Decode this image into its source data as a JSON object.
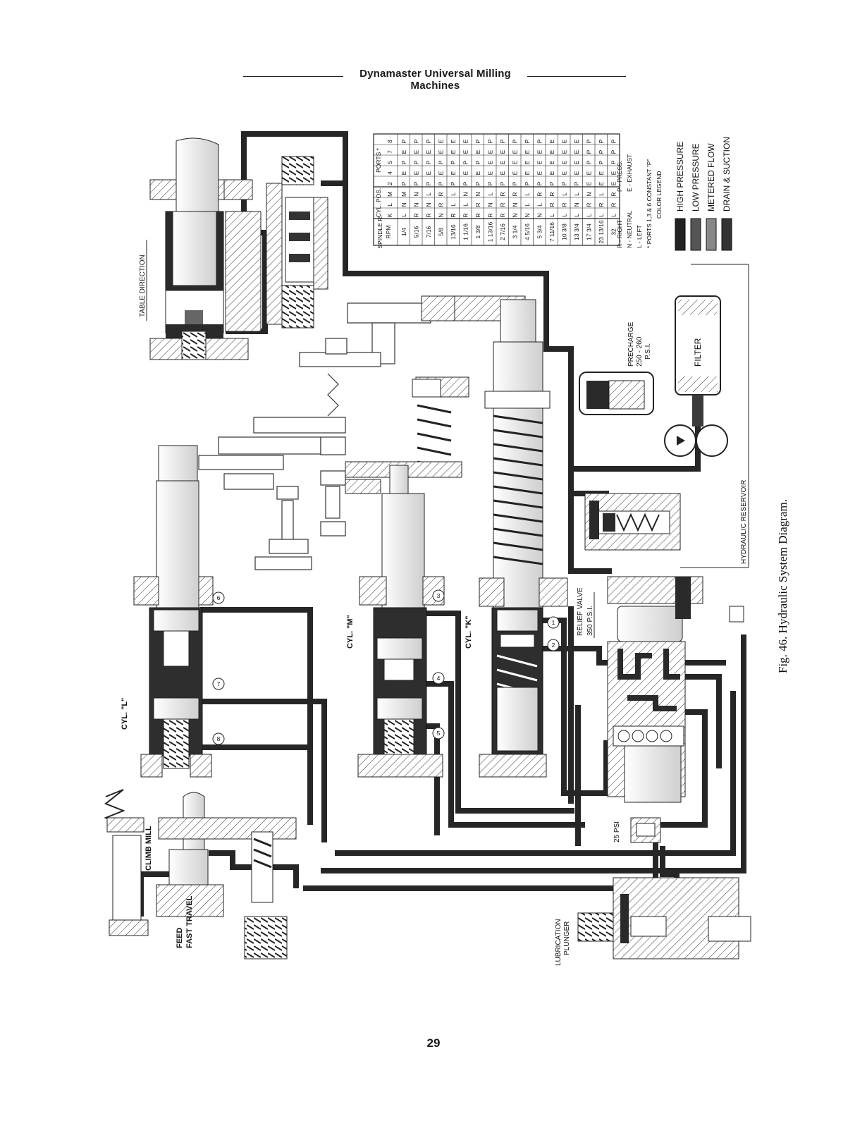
{
  "header": {
    "title": "Dynamaster Universal Milling Machines"
  },
  "page_number": "29",
  "caption": "Fig. 46. Hydraulic System Diagram.",
  "labels": {
    "table_direction": "TABLE DIRECTION",
    "precharge": "PRECHARGE",
    "precharge_value": "250 - 260",
    "precharge_unit": "P.S.I.",
    "filter": "FILTER",
    "hydraulic_reservoir": "HYDRAULIC RESERVOIR",
    "relief_valve": "RELIEF VALVE",
    "relief_value": "350 P.S.I.",
    "cyl_l": "CYL. \"L\"",
    "cyl_m": "CYL. \"M\"",
    "cyl_k": "CYL. \"K\"",
    "climb_mill": "CLIMB MILL",
    "feed": "FEED",
    "fast_travel": "FAST TRAVEL",
    "psi_25": "25 PSI",
    "lubrication": "LUBRICATION",
    "plunger": "PLUNGER"
  },
  "ports": [
    "1",
    "2",
    "3",
    "4",
    "5",
    "6",
    "7",
    "8"
  ],
  "port_table": {
    "headers": {
      "spindle": "SPINDLE R.",
      "rpm": "RPM",
      "cyl_pos": "CYL. POS.",
      "ports": "PORTS *"
    },
    "cyl_cols": [
      "K",
      "L",
      "M"
    ],
    "port_cols": [
      "2",
      "4",
      "5",
      "7",
      "8"
    ],
    "rows": [
      {
        "rpm": "1/4",
        "cyl": [
          "L",
          "N",
          "M"
        ],
        "ports": [
          "P",
          "E",
          "P",
          "E",
          "P"
        ]
      },
      {
        "rpm": "5/16",
        "cyl": [
          "R",
          "N",
          "N"
        ],
        "ports": [
          "P",
          "E",
          "P",
          "E",
          "P"
        ]
      },
      {
        "rpm": "7/16",
        "cyl": [
          "R",
          "N",
          "L"
        ],
        "ports": [
          "P",
          "E",
          "P",
          "E",
          "P"
        ]
      },
      {
        "rpm": "5/8",
        "cyl": [
          "N",
          "R",
          "R"
        ],
        "ports": [
          "P",
          "E",
          "P",
          "E",
          "E"
        ]
      },
      {
        "rpm": "13/16",
        "cyl": [
          "R",
          "L",
          "L"
        ],
        "ports": [
          "P",
          "E",
          "P",
          "E",
          "E"
        ]
      },
      {
        "rpm": "1 1/16",
        "cyl": [
          "R",
          "L",
          "N"
        ],
        "ports": [
          "P",
          "E",
          "P",
          "E",
          "E"
        ]
      },
      {
        "rpm": "1 3/8",
        "cyl": [
          "R",
          "R",
          "N"
        ],
        "ports": [
          "P",
          "E",
          "P",
          "E",
          "P"
        ]
      },
      {
        "rpm": "1 13/16",
        "cyl": [
          "R",
          "N",
          "L"
        ],
        "ports": [
          "P",
          "E",
          "E",
          "E",
          "P"
        ]
      },
      {
        "rpm": "2 7/16",
        "cyl": [
          "R",
          "R",
          "R"
        ],
        "ports": [
          "P",
          "E",
          "E",
          "E",
          "P"
        ]
      },
      {
        "rpm": "3 1/4",
        "cyl": [
          "N",
          "N",
          "R"
        ],
        "ports": [
          "P",
          "E",
          "E",
          "E",
          "P"
        ]
      },
      {
        "rpm": "4 5/16",
        "cyl": [
          "N",
          "L",
          "L"
        ],
        "ports": [
          "P",
          "E",
          "E",
          "E",
          "P"
        ]
      },
      {
        "rpm": "5 3/4",
        "cyl": [
          "N",
          "L",
          "R"
        ],
        "ports": [
          "P",
          "E",
          "E",
          "E",
          "P"
        ]
      },
      {
        "rpm": "7 11/16",
        "cyl": [
          "L",
          "R",
          "R"
        ],
        "ports": [
          "P",
          "E",
          "E",
          "E",
          "E"
        ]
      },
      {
        "rpm": "10 3/8",
        "cyl": [
          "L",
          "R",
          "L"
        ],
        "ports": [
          "P",
          "E",
          "E",
          "E",
          "E"
        ]
      },
      {
        "rpm": "13 3/4",
        "cyl": [
          "L",
          "N",
          "L"
        ],
        "ports": [
          "P",
          "E",
          "E",
          "E",
          "E"
        ]
      },
      {
        "rpm": "17 3/4",
        "cyl": [
          "L",
          "R",
          "N"
        ],
        "ports": [
          "E",
          "E",
          "P",
          "P",
          "P"
        ]
      },
      {
        "rpm": "23 13/16",
        "cyl": [
          "L",
          "R",
          "L"
        ],
        "ports": [
          "E",
          "E",
          "P",
          "P",
          "P"
        ]
      },
      {
        "rpm": "32",
        "cyl": [
          "L",
          "R",
          "R"
        ],
        "ports": [
          "E",
          "E",
          "P",
          "P",
          "P"
        ]
      }
    ]
  },
  "table_legend": {
    "r": "R - RIGHT",
    "n": "N - NEUTRAL",
    "l": "L - LEFT",
    "p": "P - PRESS.",
    "e": "E - EXHAUST",
    "note": "* PORTS 1,3 & 6  CONSTANT \"P\""
  },
  "color_legend": {
    "title": "COLOR LEGEND",
    "items": [
      {
        "label": "HIGH PRESSURE",
        "color": "#222222"
      },
      {
        "label": "LOW PRESSURE",
        "color": "#555555"
      },
      {
        "label": "METERED FLOW",
        "color": "#888888"
      },
      {
        "label": "DRAIN & SUCTION",
        "color": "#333333"
      }
    ]
  }
}
